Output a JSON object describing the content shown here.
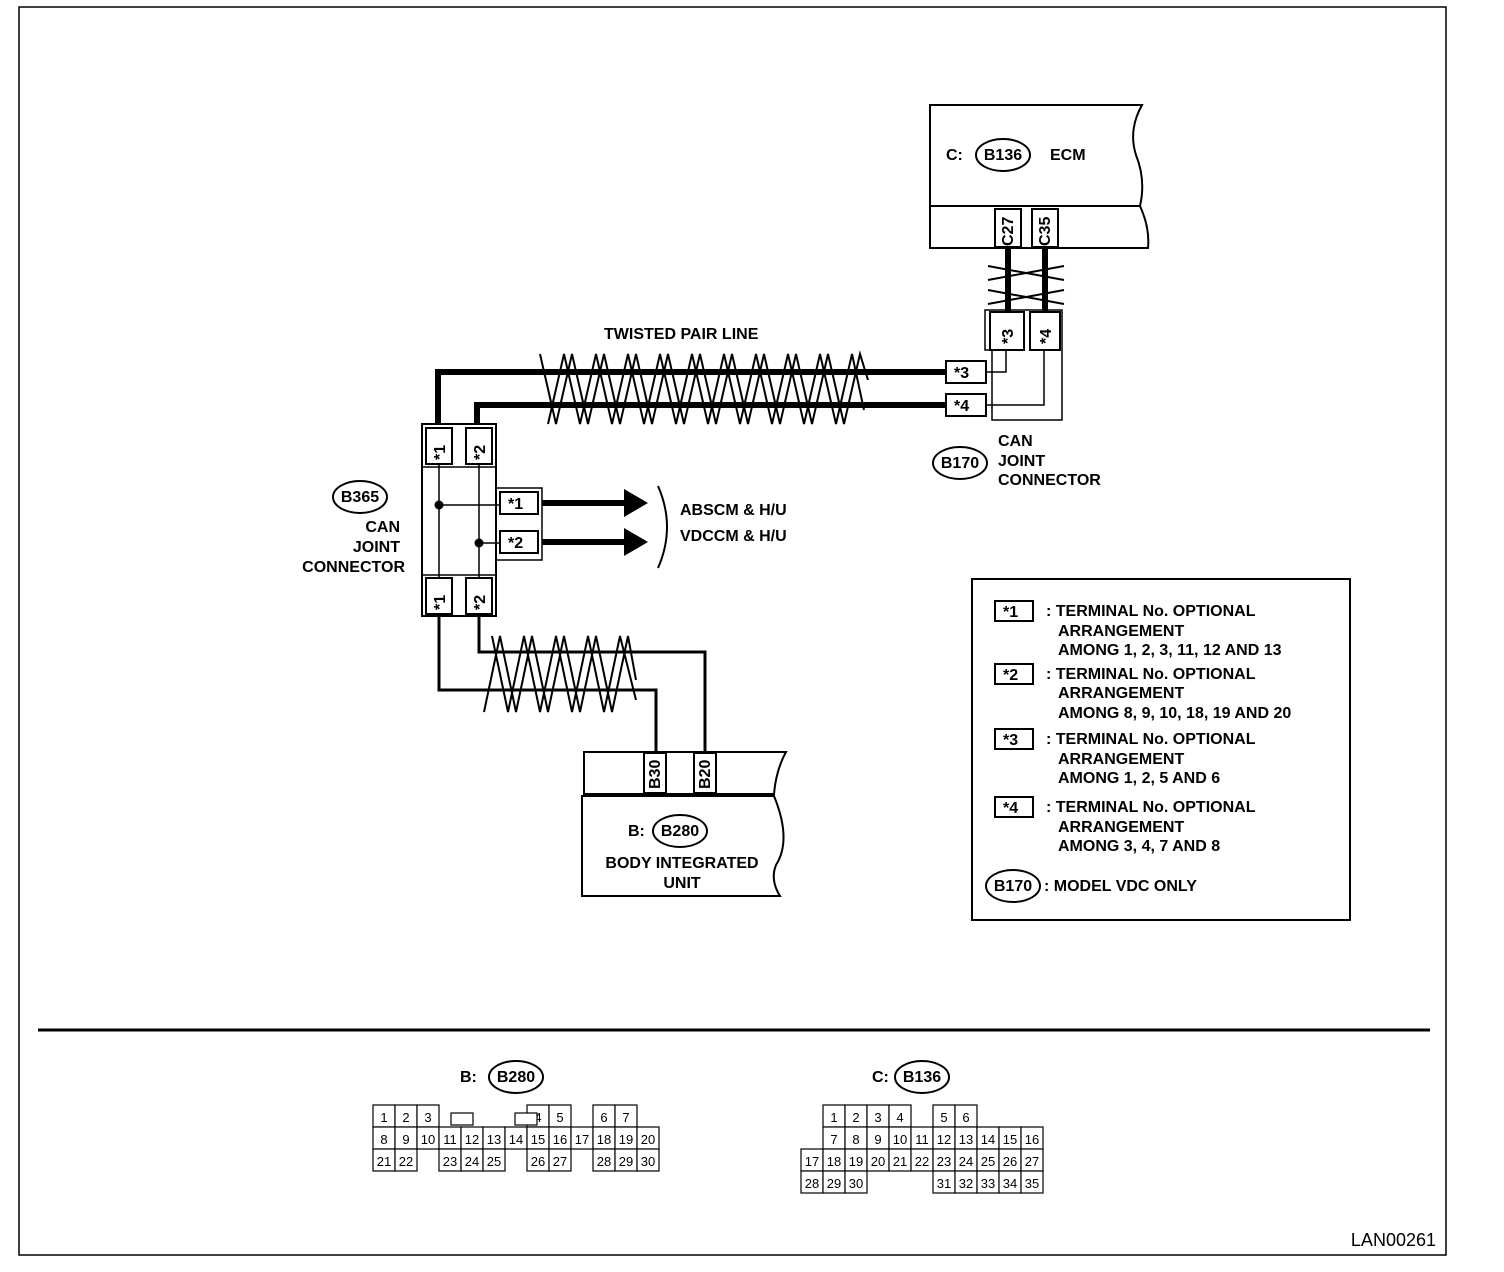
{
  "ecm": {
    "prefix": "C:",
    "id": "B136",
    "name": "ECM",
    "pin_a": "C27",
    "pin_b": "C35"
  },
  "twisted_pair_label": "TWISTED PAIR LINE",
  "b170": {
    "id": "B170",
    "name_l1": "CAN",
    "name_l2": "JOINT",
    "name_l3": "CONNECTOR",
    "t3": "*3",
    "t4": "*4"
  },
  "b365": {
    "id": "B365",
    "name_l1": "CAN",
    "name_l2": "JOINT",
    "name_l3": "CONNECTOR",
    "t1": "*1",
    "t2": "*2"
  },
  "outputs": {
    "t1": "*1",
    "t2": "*2",
    "line1": "ABSCM & H/U",
    "line2": "VDCCM & H/U"
  },
  "biu": {
    "prefix": "B:",
    "id": "B280",
    "name_l1": "BODY INTEGRATED",
    "name_l2": "UNIT",
    "pin_a": "B30",
    "pin_b": "B20"
  },
  "legend": {
    "items": [
      {
        "tag": "*1",
        "l1": ": TERMINAL No. OPTIONAL",
        "l2": "ARRANGEMENT",
        "l3": "AMONG 1, 2, 3, 11, 12  AND 13"
      },
      {
        "tag": "*2",
        "l1": ": TERMINAL No. OPTIONAL",
        "l2": "ARRANGEMENT",
        "l3": "AMONG 8, 9, 10, 18, 19  AND 20"
      },
      {
        "tag": "*3",
        "l1": ": TERMINAL No. OPTIONAL",
        "l2": "ARRANGEMENT",
        "l3": "AMONG 1, 2, 5  AND 6"
      },
      {
        "tag": "*4",
        "l1": ": TERMINAL No. OPTIONAL",
        "l2": "ARRANGEMENT",
        "l3": "AMONG 3, 4, 7  AND 8"
      }
    ],
    "note_id": "B170",
    "note_text": ": MODEL VDC ONLY"
  },
  "face_b": {
    "prefix": "B:",
    "id": "B280",
    "row1": [
      "1",
      "2",
      "3",
      "",
      "",
      "",
      "",
      "4",
      "5",
      "",
      "6",
      "7"
    ],
    "row2": [
      "8",
      "9",
      "10",
      "11",
      "12",
      "13",
      "14",
      "15",
      "16",
      "17",
      "18",
      "19",
      "20"
    ],
    "row3": [
      "21",
      "22",
      "",
      "23",
      "24",
      "25",
      "",
      "26",
      "27",
      "",
      "28",
      "29",
      "30"
    ]
  },
  "face_c": {
    "prefix": "C:",
    "id": "B136",
    "row1": [
      "1",
      "2",
      "3",
      "4",
      "",
      "5",
      "6"
    ],
    "row2": [
      "7",
      "8",
      "9",
      "10",
      "11",
      "12",
      "13",
      "14",
      "15",
      "16"
    ],
    "row3": [
      "17",
      "18",
      "19",
      "20",
      "21",
      "22",
      "23",
      "24",
      "25",
      "26",
      "27"
    ],
    "row4": [
      "28",
      "29",
      "30",
      "",
      "",
      "",
      "31",
      "32",
      "33",
      "34",
      "35"
    ]
  },
  "figure_code": "LAN00261"
}
